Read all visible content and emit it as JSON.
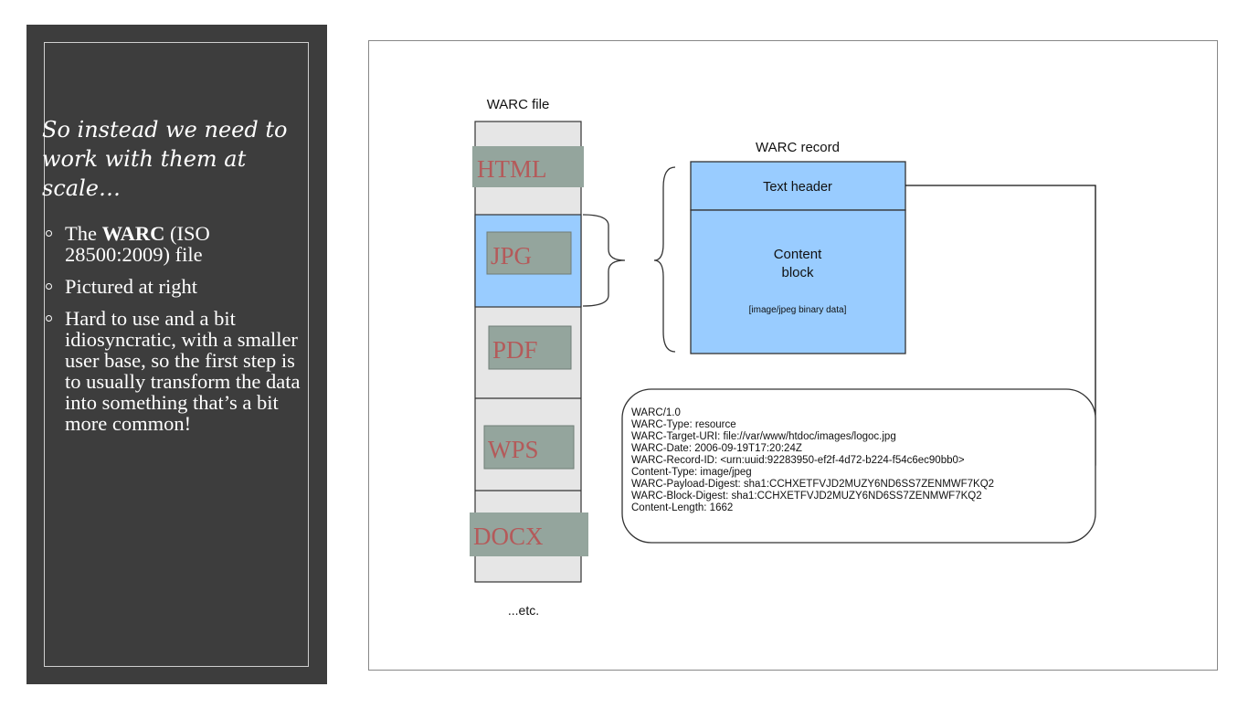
{
  "slide": {
    "title": "So instead we need to work with them at scale…",
    "bullets": [
      {
        "bold_prefix": "The ",
        "bold": "WARC",
        "rest": " (ISO 28500:2009) file"
      },
      {
        "text": "Pictured at right"
      },
      {
        "text": "Hard to use and a bit idiosyncratic, with a smaller user base, so the first step is to usually transform the data into something that’s a bit more common!"
      }
    ]
  },
  "diagram": {
    "warc_file_label": "WARC file",
    "file_types": [
      "HTML",
      "JPG",
      "PDF",
      "WPS",
      "DOCX"
    ],
    "etc_label": "...etc.",
    "record_label": "WARC record",
    "text_header_label": "Text header",
    "content_block_line1": "Content",
    "content_block_line2": "block",
    "content_block_note": "[image/jpeg binary data]",
    "header_lines": [
      "WARC/1.0",
      "WARC-Type: resource",
      "WARC-Target-URI: file://var/www/htdoc/images/logoc.jpg",
      "WARC-Date: 2006-09-19T17:20:24Z",
      "WARC-Record-ID: <urn:uuid:92283950-ef2f-4d72-b224-f54c6ec90bb0>",
      "Content-Type: image/jpeg",
      "WARC-Payload-Digest: sha1:CCHXETFVJD2MUZY6ND6SS7ZENMWF7KQ2",
      "WARC-Block-Digest: sha1:CCHXETFVJD2MUZY6ND6SS7ZENMWF7KQ2",
      "Content-Length: 1662"
    ],
    "colors": {
      "blue": "#99ccff",
      "gray_cell": "#e6e6e6",
      "tag_fill": "#94a59d",
      "tag_text": "#b45a5a"
    }
  }
}
